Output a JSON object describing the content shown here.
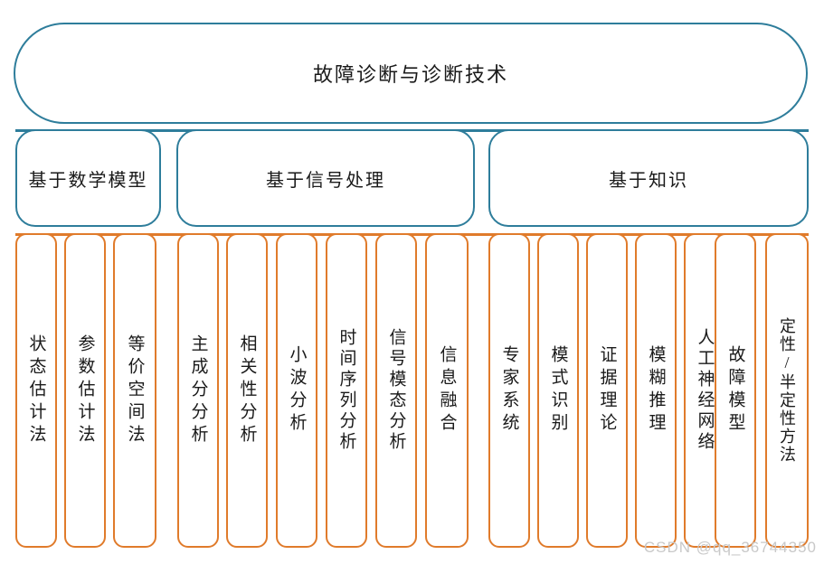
{
  "diagram": {
    "title": "故障诊断与诊断技术",
    "accent_teal": "#2E7D9B",
    "accent_orange": "#E07B2B",
    "watermark": "CSDN @qq_36744350"
  },
  "root": {
    "label": "故障诊断与诊断技术"
  },
  "branches": [
    {
      "label": "基于数学模型",
      "leaves": [
        {
          "label": "状态估计法"
        },
        {
          "label": "参数估计法"
        },
        {
          "label": "等价空间法"
        }
      ]
    },
    {
      "label": "基于信号处理",
      "leaves": [
        {
          "label": "主成分分析"
        },
        {
          "label": "相关性分析"
        },
        {
          "label": "小波分析"
        },
        {
          "label": "时间序列分析"
        },
        {
          "label": "信号模态分析"
        },
        {
          "label": "信息融合"
        }
      ]
    },
    {
      "label": "基于知识",
      "leaves": [
        {
          "label": "专家系统"
        },
        {
          "label": "模式识别"
        },
        {
          "label": "证据理论"
        },
        {
          "label": "模糊推理"
        },
        {
          "label": "人工神经网络"
        },
        {
          "label": "故障模型"
        },
        {
          "label": "定性/半定性方法"
        }
      ]
    }
  ]
}
